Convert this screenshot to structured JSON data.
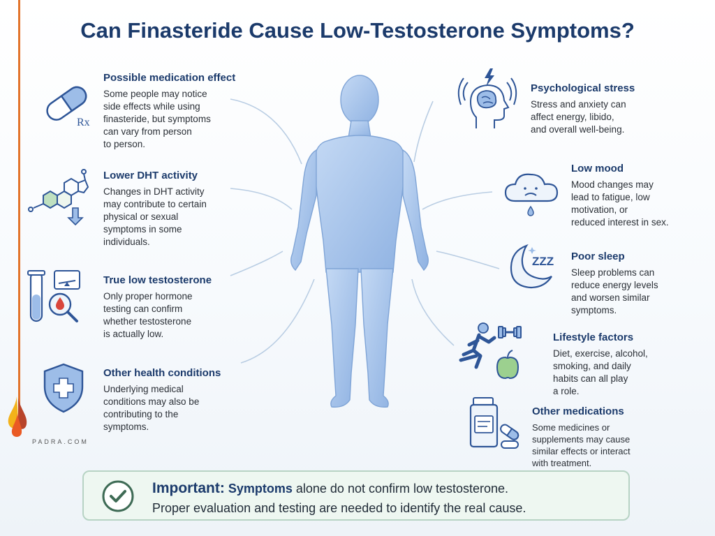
{
  "title": "Can Finasteride Cause Low-Testosterone Symptoms?",
  "brand": "PADRA.COM",
  "left_items": [
    {
      "title": "Possible medication effect",
      "lines": [
        "Some people may notice",
        "side effects while using",
        "finasteride, but symptoms",
        "can vary from person",
        "to person."
      ],
      "icon": "pill-capsule-icon",
      "icon_text": "Rx"
    },
    {
      "title": "Lower DHT activity",
      "lines": [
        "Changes in DHT activity",
        "may contribute to certain",
        "physical or sexual",
        "symptoms in some",
        "individuals."
      ],
      "icon": "molecule-down-arrow-icon"
    },
    {
      "title": "True low testosterone",
      "lines": [
        "Only proper hormone",
        "testing can confirm",
        "whether testosterone",
        "is actually low."
      ],
      "icon": "test-tube-magnifier-icon"
    },
    {
      "title": "Other health conditions",
      "lines": [
        "Underlying medical",
        "conditions may also be",
        "contributing to the",
        "symptoms."
      ],
      "icon": "shield-cross-icon"
    }
  ],
  "right_items": [
    {
      "title": "Psychological stress",
      "lines": [
        "Stress and anxiety can",
        "affect energy, libido,",
        "and overall well-being."
      ],
      "icon": "head-brain-icon"
    },
    {
      "title": "Low mood",
      "lines": [
        "Mood changes may",
        "lead to fatigue, low",
        "motivation, or",
        "reduced interest in sex."
      ],
      "icon": "sad-cloud-icon"
    },
    {
      "title": "Poor sleep",
      "lines": [
        "Sleep problems can",
        "reduce energy levels",
        "and worsen similar",
        "symptoms."
      ],
      "icon": "moon-zzz-icon",
      "icon_text": "ZZZ"
    },
    {
      "title": "Lifestyle factors",
      "lines": [
        "Diet, exercise, alcohol,",
        "smoking, and daily",
        "habits can all play",
        "a role."
      ],
      "icon": "runner-dumbbell-apple-icon"
    },
    {
      "title": "Other medications",
      "lines": [
        "Some medicines or",
        "supplements may cause",
        "similar effects or interact",
        "with treatment."
      ],
      "icon": "pill-bottle-icon"
    }
  ],
  "banner": {
    "lead": "Important:",
    "keyword": "Symptoms",
    "rest": " alone do not confirm low testosterone.",
    "line2": "Proper evaluation and testing are needed to identify the real cause.",
    "icon": "check-circle-icon"
  },
  "colors": {
    "title": "#1b3a6b",
    "accent": "#e2742c",
    "figure": "#a9c6ec",
    "banner_border": "#b7d3c4"
  }
}
